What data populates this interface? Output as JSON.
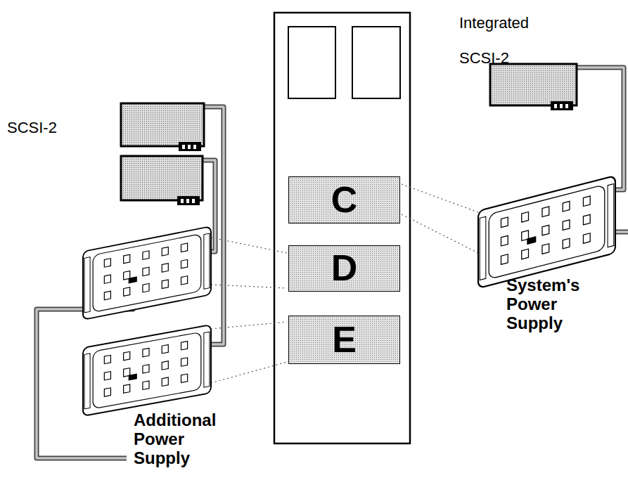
{
  "diagram": {
    "nodes": [
      {
        "text": [
          "C"
        ]
      },
      {
        "text": [
          "D"
        ]
      },
      {
        "text": [
          "E"
        ]
      }
    ],
    "labels": [
      "SCSI-2",
      "Integrated SCSI-2",
      "System's Power Supply",
      "Additional Power Supply"
    ]
  }
}
